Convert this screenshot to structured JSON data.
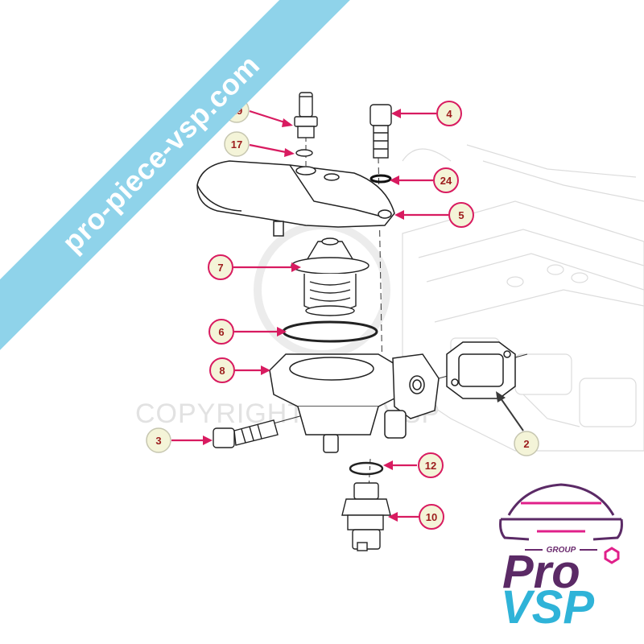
{
  "banner": {
    "text": "pro-piece-vsp.com"
  },
  "watermark": {
    "text": "COPYRIGHT PRO VSP"
  },
  "callouts": [
    {
      "id": "19",
      "label": "19",
      "color": "#f4f4d8"
    },
    {
      "id": "17",
      "label": "17",
      "color": "#f4f4d8"
    },
    {
      "id": "4",
      "label": "4",
      "color": "#f4f4d8"
    },
    {
      "id": "24",
      "label": "24",
      "color": "#f4f4d8"
    },
    {
      "id": "5",
      "label": "5",
      "color": "#f4f4d8"
    },
    {
      "id": "7",
      "label": "7",
      "color": "#f4f4d8"
    },
    {
      "id": "6",
      "label": "6",
      "color": "#f4f4d8"
    },
    {
      "id": "8",
      "label": "8",
      "color": "#f4f4d8"
    },
    {
      "id": "2",
      "label": "2",
      "color": "#f4f4d8"
    },
    {
      "id": "3",
      "label": "3",
      "color": "#f4f4d8"
    },
    {
      "id": "12",
      "label": "12",
      "color": "#f4f4d8"
    },
    {
      "id": "10",
      "label": "10",
      "color": "#f4f4d8"
    }
  ],
  "logo": {
    "group": "GROUP",
    "line1": "Pro",
    "line2": "VSP"
  },
  "colors": {
    "banner": "#8fd3ea",
    "arrow_pink": "#d81b60",
    "arrow_dark": "#3a3a3a",
    "label_text": "#9c1c1c",
    "logo_purple": "#5b2a66",
    "logo_cyan": "#2fb3d8",
    "logo_pink": "#e0208a"
  }
}
